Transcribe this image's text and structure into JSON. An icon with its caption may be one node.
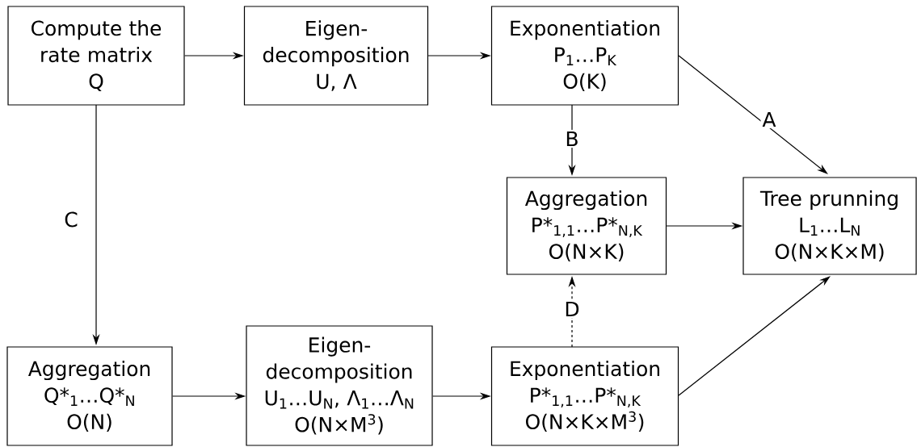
{
  "diagram": {
    "nodes": [
      {
        "text": [
          "Compute the rate matrix",
          "Q"
        ]
      },
      {
        "text": [
          "Eigen-decomposition",
          "U, Λ"
        ]
      },
      {
        "text": [
          "Exponentiation",
          "P$_{1}$…P$_{K}$",
          "O(K)"
        ]
      },
      {
        "text": [
          "Aggregation",
          "P*$_{1,1}$…P*$_{N,K}$",
          "O(N×K)"
        ]
      },
      {
        "text": [
          "Tree prunning",
          "L$_{1}$…L$_{N}$",
          "O(N×K×M)"
        ]
      },
      {
        "text": [
          "Aggregation",
          "Q*$_{1}$…Q*$_{N}$",
          "O(N)"
        ]
      },
      {
        "text": [
          "Eigen-decomposition",
          "U$_{1}$…U$_{N}$, Λ$_{1}$…Λ$_{N}$",
          "O(N×M$^{3}$)"
        ]
      },
      {
        "text": [
          "Exponentiation",
          "P*$_{1,1}$…P*$_{N,K}$",
          "O(N×K×M$^{3}$)"
        ]
      }
    ],
    "edges": [
      {
        "from": 0,
        "to": 1,
        "arrow": "to"
      },
      {
        "from": 1,
        "to": 2,
        "arrow": "to"
      },
      {
        "from": 2,
        "to": 4,
        "arrow": "to",
        "label": "A"
      },
      {
        "from": 2,
        "to": 3,
        "arrow": "to",
        "label": "B"
      },
      {
        "from": 0,
        "to": 5,
        "arrow": "to",
        "label": "C"
      },
      {
        "from": 5,
        "to": 6,
        "arrow": "to"
      },
      {
        "from": 6,
        "to": 7,
        "arrow": "to"
      },
      {
        "from": 7,
        "to": 3,
        "arrow": "to",
        "label": "D",
        "style": "dashed"
      },
      {
        "from": 3,
        "to": 4,
        "arrow": "to"
      },
      {
        "from": 7,
        "to": 4,
        "arrow": "to"
      }
    ]
  }
}
